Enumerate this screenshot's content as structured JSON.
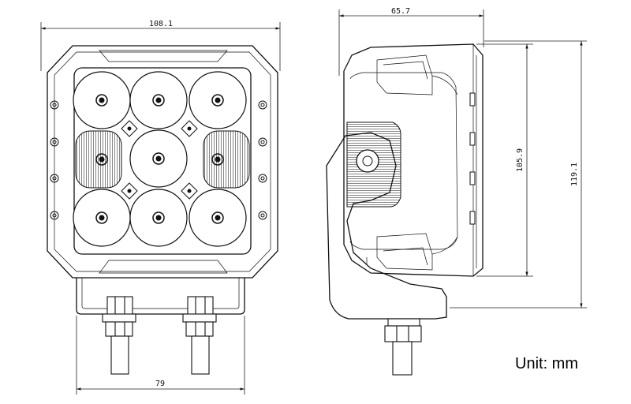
{
  "dimensions": {
    "front_width": "108.1",
    "bracket_width": "79",
    "side_depth": "65.7",
    "body_height": "105.9",
    "total_height": "119.1"
  },
  "unit_label": "Unit: mm"
}
